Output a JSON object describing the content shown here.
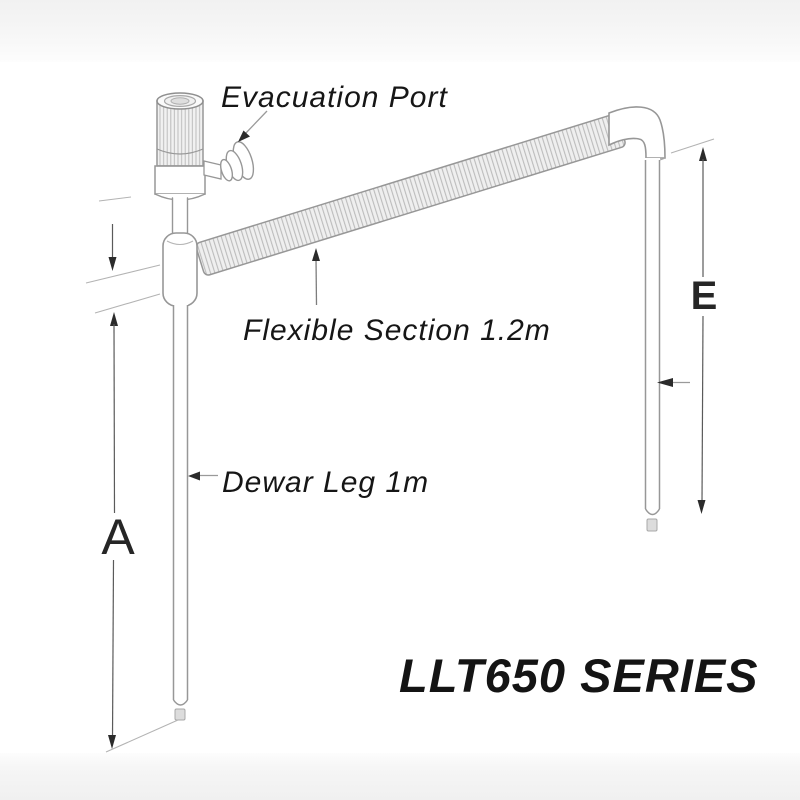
{
  "title": {
    "text": "LLT650 SERIES"
  },
  "labels": {
    "evacuation_port": "Evacuation Port",
    "flexible_section": "Flexible Section 1.2m",
    "dewar_leg": "Dewar Leg 1m"
  },
  "dimensions": {
    "dewar_leg_letter": "A",
    "delivery_leg_letter": "E"
  },
  "colors": {
    "outline": "#979797",
    "witness": "#b3b3b3",
    "dim_line": "#5a5a5a",
    "arrowhead": "#2b2b2b",
    "text": "#161616",
    "hose_fill": "#efefef",
    "hose_rib": "#b7b7b7",
    "tip_fill": "#dcdcdc",
    "band": "#f1f1f1"
  },
  "parts": {
    "valve": "evacuation-valve-knob",
    "port": "evacuation-port-flange",
    "tee": "tee-junction",
    "hose": "flexible-corrugated-hose",
    "elbow": "elbow-fitting",
    "leg_left": "dewar-leg-tube",
    "leg_right": "delivery-leg-tube"
  }
}
